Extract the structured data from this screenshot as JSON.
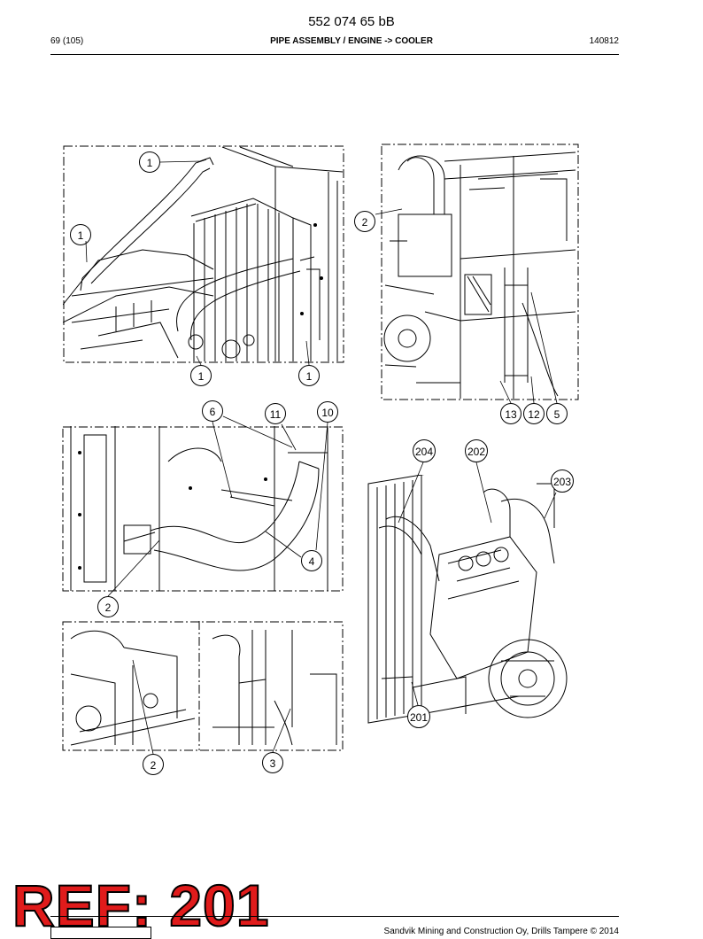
{
  "document": {
    "number": "552 074 65 bB",
    "page": "69 (105)",
    "title": "PIPE ASSEMBLY / ENGINE -> COOLER",
    "date": "140812"
  },
  "panels": [
    {
      "callouts": [
        "1",
        "1",
        "1",
        "1"
      ]
    },
    {
      "callouts": [
        "2",
        "13",
        "12",
        "5"
      ]
    },
    {
      "callouts": [
        "6",
        "11",
        "10",
        "4",
        "2"
      ]
    },
    {
      "callouts": [
        "204",
        "202",
        "203",
        "201"
      ]
    },
    {
      "callouts": [
        "2",
        "3"
      ]
    }
  ],
  "ref_label": "REF: 201",
  "footer": {
    "copyright": "Sandvik Mining and Construction Oy, Drills Tampere © 2014"
  },
  "icons": [
    "sandvik-logo-icon"
  ],
  "colors": {
    "ref_label": "#e01b1b",
    "line_art": "#000000"
  }
}
